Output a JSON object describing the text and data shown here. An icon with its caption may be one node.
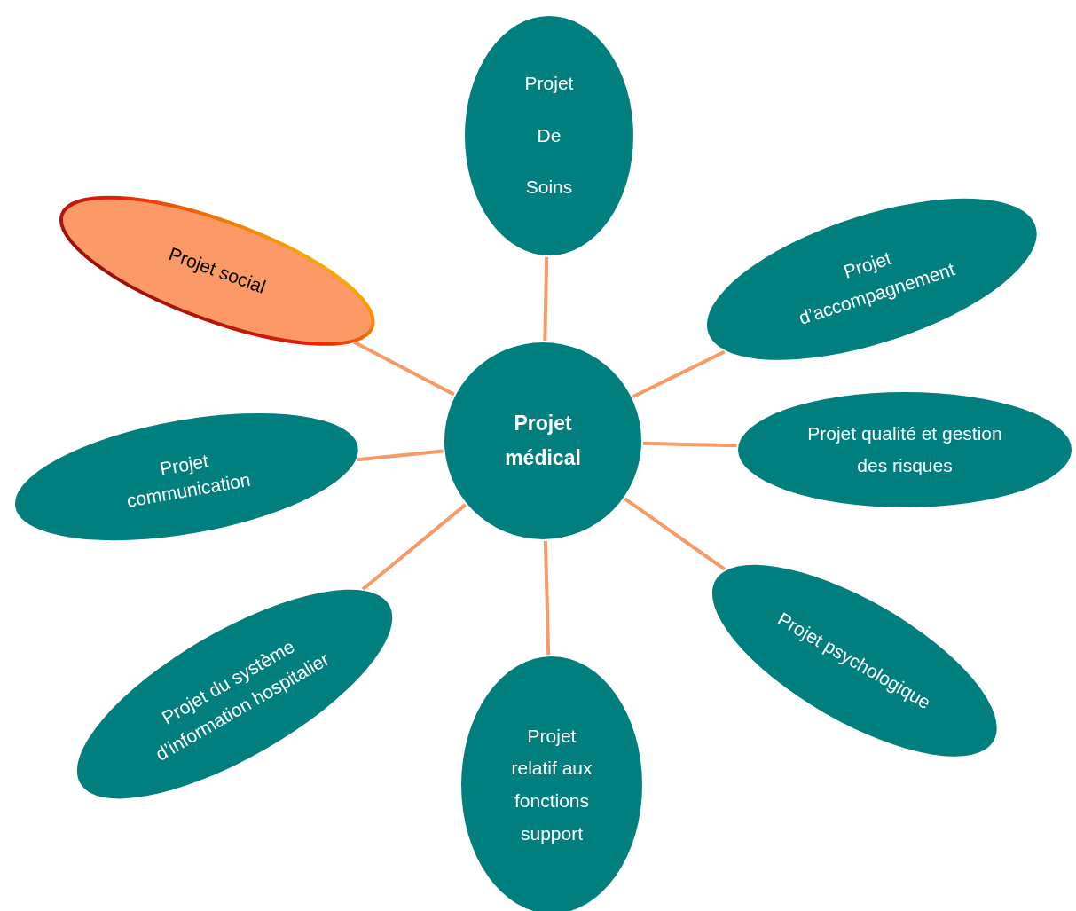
{
  "diagram": {
    "nodes": [
      {
        "text": [
          "Projet De Soins"
        ]
      },
      {
        "text": [
          "Projet social"
        ]
      },
      {
        "text": [
          "Projet d’accompagnement"
        ]
      },
      {
        "text": [
          "Projet médical"
        ]
      },
      {
        "text": [
          "Projet qualité et gestion des risques"
        ]
      },
      {
        "text": [
          "Projet communication"
        ]
      },
      {
        "text": [
          "Projet psychologique"
        ]
      },
      {
        "text": [
          "Projet du système d’information hospitalier"
        ]
      },
      {
        "text": [
          "Projet relatif aux fonctions support"
        ]
      }
    ],
    "edges": [
      {
        "from": 3,
        "to": 0,
        "arrow": "none"
      },
      {
        "from": 3,
        "to": 1,
        "arrow": "none"
      },
      {
        "from": 3,
        "to": 2,
        "arrow": "none"
      },
      {
        "from": 3,
        "to": 4,
        "arrow": "none"
      },
      {
        "from": 3,
        "to": 5,
        "arrow": "none"
      },
      {
        "from": 3,
        "to": 6,
        "arrow": "none"
      },
      {
        "from": 3,
        "to": 7,
        "arrow": "none"
      },
      {
        "from": 3,
        "to": 8,
        "arrow": "none"
      }
    ]
  }
}
